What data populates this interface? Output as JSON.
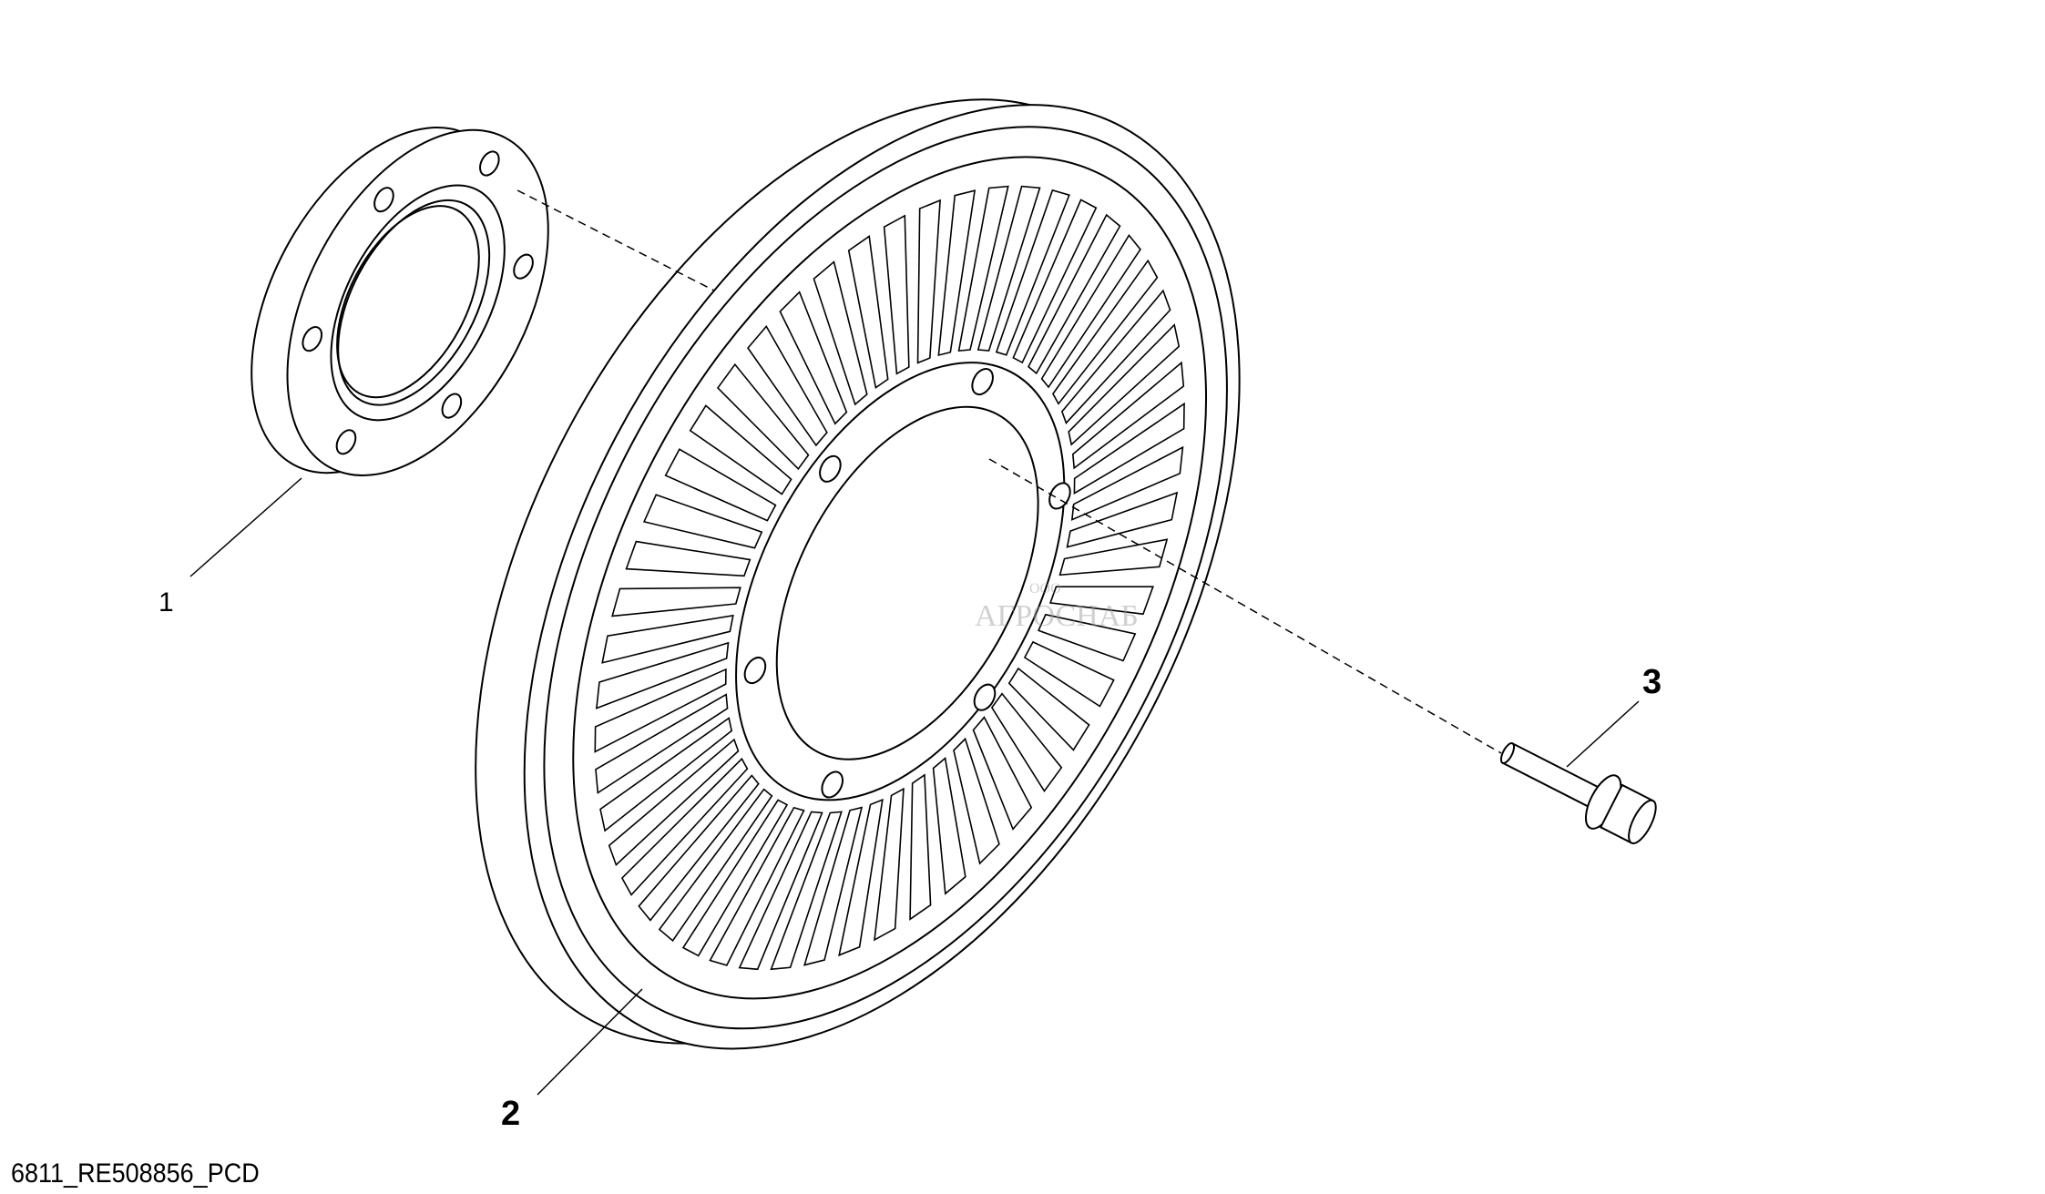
{
  "diagram": {
    "callouts": [
      "1",
      "2",
      "3"
    ],
    "caption": "6811_RE508856_PCD",
    "watermark": {
      "prefix": "ООО",
      "name": "АГРОСНАБ"
    }
  }
}
